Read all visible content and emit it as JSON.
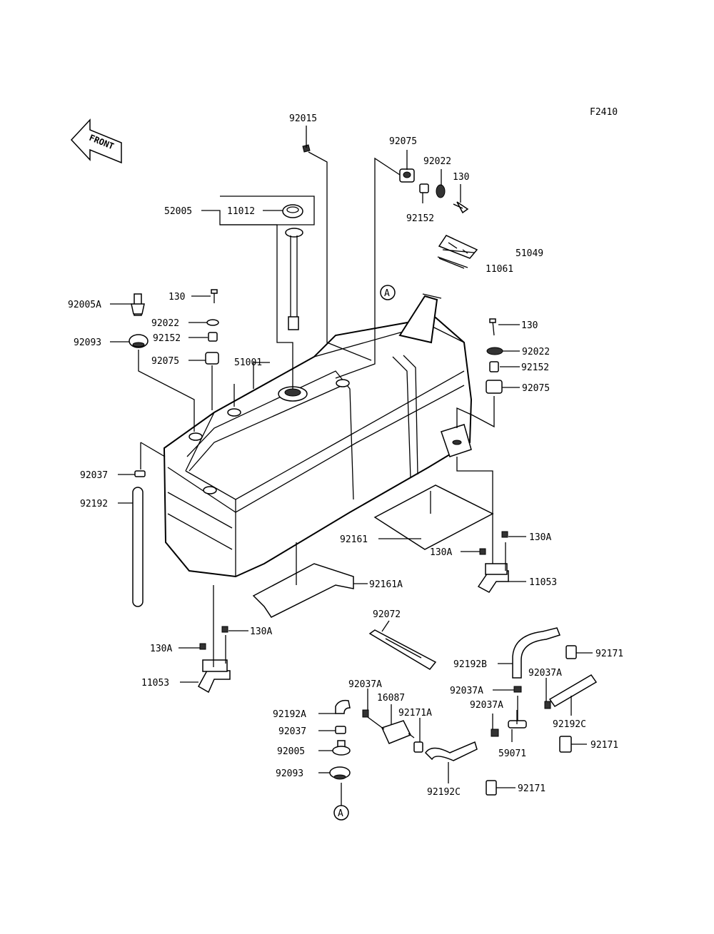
{
  "figure_code": "F2410",
  "front_label": "FRONT",
  "callouts": {
    "a_top": "A",
    "a_bottom": "A"
  },
  "parts": [
    {
      "id": "p92015",
      "label": "92015"
    },
    {
      "id": "p92075_top",
      "label": "92075"
    },
    {
      "id": "p92022_top",
      "label": "92022"
    },
    {
      "id": "p130_top",
      "label": "130"
    },
    {
      "id": "p92152_top",
      "label": "92152"
    },
    {
      "id": "p52005",
      "label": "52005"
    },
    {
      "id": "p11012",
      "label": "11012"
    },
    {
      "id": "p51049",
      "label": "51049"
    },
    {
      "id": "p11061",
      "label": "11061"
    },
    {
      "id": "p92005A",
      "label": "92005A"
    },
    {
      "id": "p130_left",
      "label": "130"
    },
    {
      "id": "p92022_left",
      "label": "92022"
    },
    {
      "id": "p92093_left",
      "label": "92093"
    },
    {
      "id": "p92152_left",
      "label": "92152"
    },
    {
      "id": "p92075_left",
      "label": "92075"
    },
    {
      "id": "p51001",
      "label": "51001"
    },
    {
      "id": "p130_right",
      "label": "130"
    },
    {
      "id": "p92022_right",
      "label": "92022"
    },
    {
      "id": "p92152_right",
      "label": "92152"
    },
    {
      "id": "p92075_right",
      "label": "92075"
    },
    {
      "id": "p92037_left",
      "label": "92037"
    },
    {
      "id": "p92192_left",
      "label": "92192"
    },
    {
      "id": "p92161",
      "label": "92161"
    },
    {
      "id": "p130A_r1",
      "label": "130A"
    },
    {
      "id": "p130A_r2",
      "label": "130A"
    },
    {
      "id": "p11053_right",
      "label": "11053"
    },
    {
      "id": "p92161A",
      "label": "92161A"
    },
    {
      "id": "p92072",
      "label": "92072"
    },
    {
      "id": "p130A_l1",
      "label": "130A"
    },
    {
      "id": "p130A_l2",
      "label": "130A"
    },
    {
      "id": "p11053_left",
      "label": "11053"
    },
    {
      "id": "p92171_1",
      "label": "92171"
    },
    {
      "id": "p92192B",
      "label": "92192B"
    },
    {
      "id": "p92037A_1",
      "label": "92037A"
    },
    {
      "id": "p92037A_2",
      "label": "92037A"
    },
    {
      "id": "p92037A_3",
      "label": "92037A"
    },
    {
      "id": "p16087",
      "label": "16087"
    },
    {
      "id": "p92037A_4",
      "label": "92037A"
    },
    {
      "id": "p92192A",
      "label": "92192A"
    },
    {
      "id": "p92171A",
      "label": "92171A"
    },
    {
      "id": "p92192C_r",
      "label": "92192C"
    },
    {
      "id": "p92037_b",
      "label": "92037"
    },
    {
      "id": "p59071",
      "label": "59071"
    },
    {
      "id": "p92171_2",
      "label": "92171"
    },
    {
      "id": "p92005",
      "label": "92005"
    },
    {
      "id": "p92093_b",
      "label": "92093"
    },
    {
      "id": "p92192C_b",
      "label": "92192C"
    },
    {
      "id": "p92171_3",
      "label": "92171"
    }
  ]
}
